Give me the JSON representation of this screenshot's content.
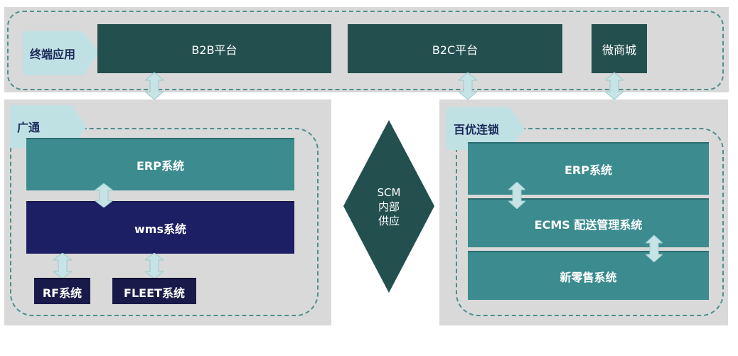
{
  "top": {
    "tag": "终端应用",
    "boxes": [
      "B2B平台",
      "B2C平台",
      "微商城"
    ]
  },
  "left": {
    "tag": "广通",
    "erp": "ERP系统",
    "wms": "wms系统",
    "rf": "RF系统",
    "fleet": "FLEET系统"
  },
  "center": {
    "line1": "SCM",
    "line2": "内部",
    "line3": "供应"
  },
  "right": {
    "tag": "百优连锁",
    "erp": "ERP系统",
    "ecms": "ECMS 配送管理系统",
    "retail": "新零售系统"
  },
  "colors": {
    "panel": "#d9d9d9",
    "dark_teal": "#244f4f",
    "teal": "#3b8b8f",
    "navy": "#1c1f63",
    "tag": "#bfe1e4"
  }
}
